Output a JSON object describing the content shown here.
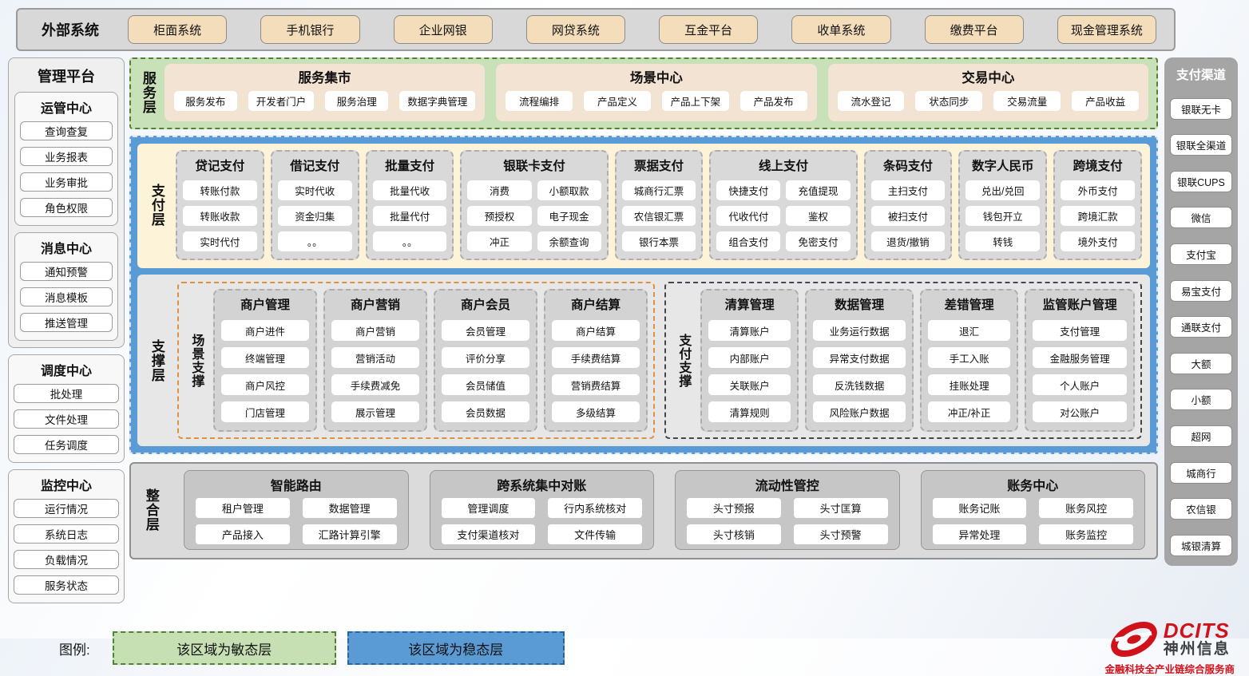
{
  "external_systems": {
    "label": "外部系统",
    "items": [
      "柜面系统",
      "手机银行",
      "企业网银",
      "网贷系统",
      "互金平台",
      "收单系统",
      "缴费平台",
      "现金管理系统"
    ]
  },
  "management_platform": {
    "title": "管理平台",
    "groups": [
      {
        "title": "运管中心",
        "items": [
          "查询查复",
          "业务报表",
          "业务审批",
          "角色权限"
        ]
      },
      {
        "title": "消息中心",
        "items": [
          "通知预警",
          "消息模板",
          "推送管理"
        ]
      },
      {
        "title": "调度中心",
        "items": [
          "批处理",
          "文件处理",
          "任务调度"
        ]
      },
      {
        "title": "监控中心",
        "items": [
          "运行情况",
          "系统日志",
          "负载情况",
          "服务状态"
        ]
      }
    ]
  },
  "service_layer": {
    "label": "服务层",
    "groups": [
      {
        "title": "服务集市",
        "items": [
          "服务发布",
          "开发者门户",
          "服务治理",
          "数据字典管理"
        ]
      },
      {
        "title": "场景中心",
        "items": [
          "流程编排",
          "产品定义",
          "产品上下架",
          "产品发布"
        ]
      },
      {
        "title": "交易中心",
        "items": [
          "流水登记",
          "状态同步",
          "交易流量",
          "产品收益"
        ]
      }
    ]
  },
  "payment_layer": {
    "label": "支付层",
    "columns": [
      {
        "title": "贷记支付",
        "cols": 1,
        "items": [
          "转账付款",
          "转账收款",
          "实时代付"
        ]
      },
      {
        "title": "借记支付",
        "cols": 1,
        "items": [
          "实时代收",
          "资金归集",
          "。。"
        ]
      },
      {
        "title": "批量支付",
        "cols": 1,
        "items": [
          "批量代收",
          "批量代付",
          "。。"
        ]
      },
      {
        "title": "银联卡支付",
        "cols": 2,
        "items": [
          "消费",
          "小额取款",
          "预授权",
          "电子现金",
          "冲正",
          "余额查询"
        ]
      },
      {
        "title": "票据支付",
        "cols": 1,
        "items": [
          "城商行汇票",
          "农信银汇票",
          "银行本票"
        ]
      },
      {
        "title": "线上支付",
        "cols": 2,
        "items": [
          "快捷支付",
          "充值提现",
          "代收代付",
          "鉴权",
          "组合支付",
          "免密支付"
        ]
      },
      {
        "title": "条码支付",
        "cols": 1,
        "items": [
          "主扫支付",
          "被扫支付",
          "退货/撤销"
        ]
      },
      {
        "title": "数字人民币",
        "cols": 1,
        "items": [
          "兑出/兑回",
          "钱包开立",
          "转钱"
        ]
      },
      {
        "title": "跨境支付",
        "cols": 1,
        "items": [
          "外币支付",
          "跨境汇款",
          "境外支付"
        ]
      }
    ]
  },
  "support_layer": {
    "label": "支撑层",
    "groups": [
      {
        "label": "场景支撑",
        "columns": [
          {
            "title": "商户管理",
            "items": [
              "商户进件",
              "终端管理",
              "商户风控",
              "门店管理"
            ]
          },
          {
            "title": "商户营销",
            "items": [
              "商户营销",
              "营销活动",
              "手续费减免",
              "展示管理"
            ]
          },
          {
            "title": "商户会员",
            "items": [
              "会员管理",
              "评价分享",
              "会员储值",
              "会员数据"
            ]
          },
          {
            "title": "商户结算",
            "items": [
              "商户结算",
              "手续费结算",
              "营销费结算",
              "多级结算"
            ]
          }
        ]
      },
      {
        "label": "支付支撑",
        "columns": [
          {
            "title": "清算管理",
            "items": [
              "清算账户",
              "内部账户",
              "关联账户",
              "清算规则"
            ]
          },
          {
            "title": "数据管理",
            "items": [
              "业务运行数据",
              "异常支付数据",
              "反洗钱数据",
              "风险账户数据"
            ]
          },
          {
            "title": "差错管理",
            "items": [
              "退汇",
              "手工入账",
              "挂账处理",
              "冲正/补正"
            ]
          },
          {
            "title": "监管账户管理",
            "items": [
              "支付管理",
              "金融服务管理",
              "个人账户",
              "对公账户"
            ]
          }
        ]
      }
    ]
  },
  "integration_layer": {
    "label": "整合层",
    "groups": [
      {
        "title": "智能路由",
        "items": [
          "租户管理",
          "数据管理",
          "产品接入",
          "汇路计算引擎"
        ]
      },
      {
        "title": "跨系统集中对账",
        "items": [
          "管理调度",
          "行内系统核对",
          "支付渠道核对",
          "文件传输"
        ]
      },
      {
        "title": "流动性管控",
        "items": [
          "头寸预报",
          "头寸匡算",
          "头寸核销",
          "头寸预警"
        ]
      },
      {
        "title": "账务中心",
        "items": [
          "账务记账",
          "账务风控",
          "异常处理",
          "账务监控"
        ]
      }
    ]
  },
  "payment_channels": {
    "title": "支付渠道",
    "items": [
      "银联无卡",
      "银联全渠道",
      "银联CUPS",
      "微信",
      "支付宝",
      "易宝支付",
      "通联支付",
      "大额",
      "小额",
      "超网",
      "城商行",
      "农信银",
      "城银清算"
    ]
  },
  "legend": {
    "label": "图例:",
    "agile": "该区域为敏态层",
    "stable": "该区域为稳态层"
  },
  "logo": {
    "brand": "DCITS",
    "name": "神州信息",
    "tagline": "金融科技全产业链综合服务商"
  },
  "colors": {
    "agile_green_bg": "#c6e0b4",
    "agile_green_border": "#538135",
    "stable_blue": "#5b9bd5",
    "payment_cream": "#fcf3d8",
    "panel_gray": "#d9d9d9",
    "external_tan": "#f4ddba",
    "scene_support_border": "#ed7d31",
    "brand_red": "#d0121b"
  }
}
